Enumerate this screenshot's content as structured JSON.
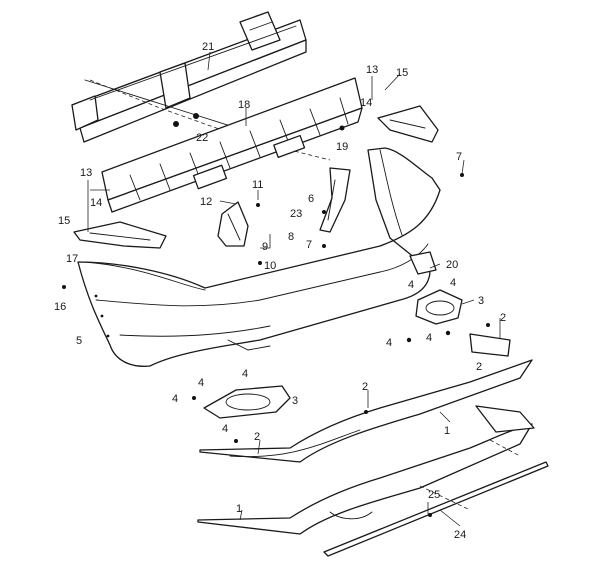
{
  "callouts": {
    "c1a": "1",
    "c1b": "1",
    "c2a": "2",
    "c2b": "2",
    "c2c": "2",
    "c2d": "2",
    "c3a": "3",
    "c3b": "3",
    "c4a": "4",
    "c4b": "4",
    "c4c": "4",
    "c4d": "4",
    "c4e": "4",
    "c4f": "4",
    "c4g": "4",
    "c4h": "4",
    "c5": "5",
    "c6": "6",
    "c7a": "7",
    "c7b": "7",
    "c8": "8",
    "c9": "9",
    "c10": "10",
    "c11": "11",
    "c12": "12",
    "c13a": "13",
    "c13b": "13",
    "c14a": "14",
    "c14b": "14",
    "c15a": "15",
    "c15b": "15",
    "c16": "16",
    "c17": "17",
    "c18": "18",
    "c19": "19",
    "c20": "20",
    "c21": "21",
    "c22": "22",
    "c23": "23",
    "c24": "24",
    "c25": "25"
  }
}
